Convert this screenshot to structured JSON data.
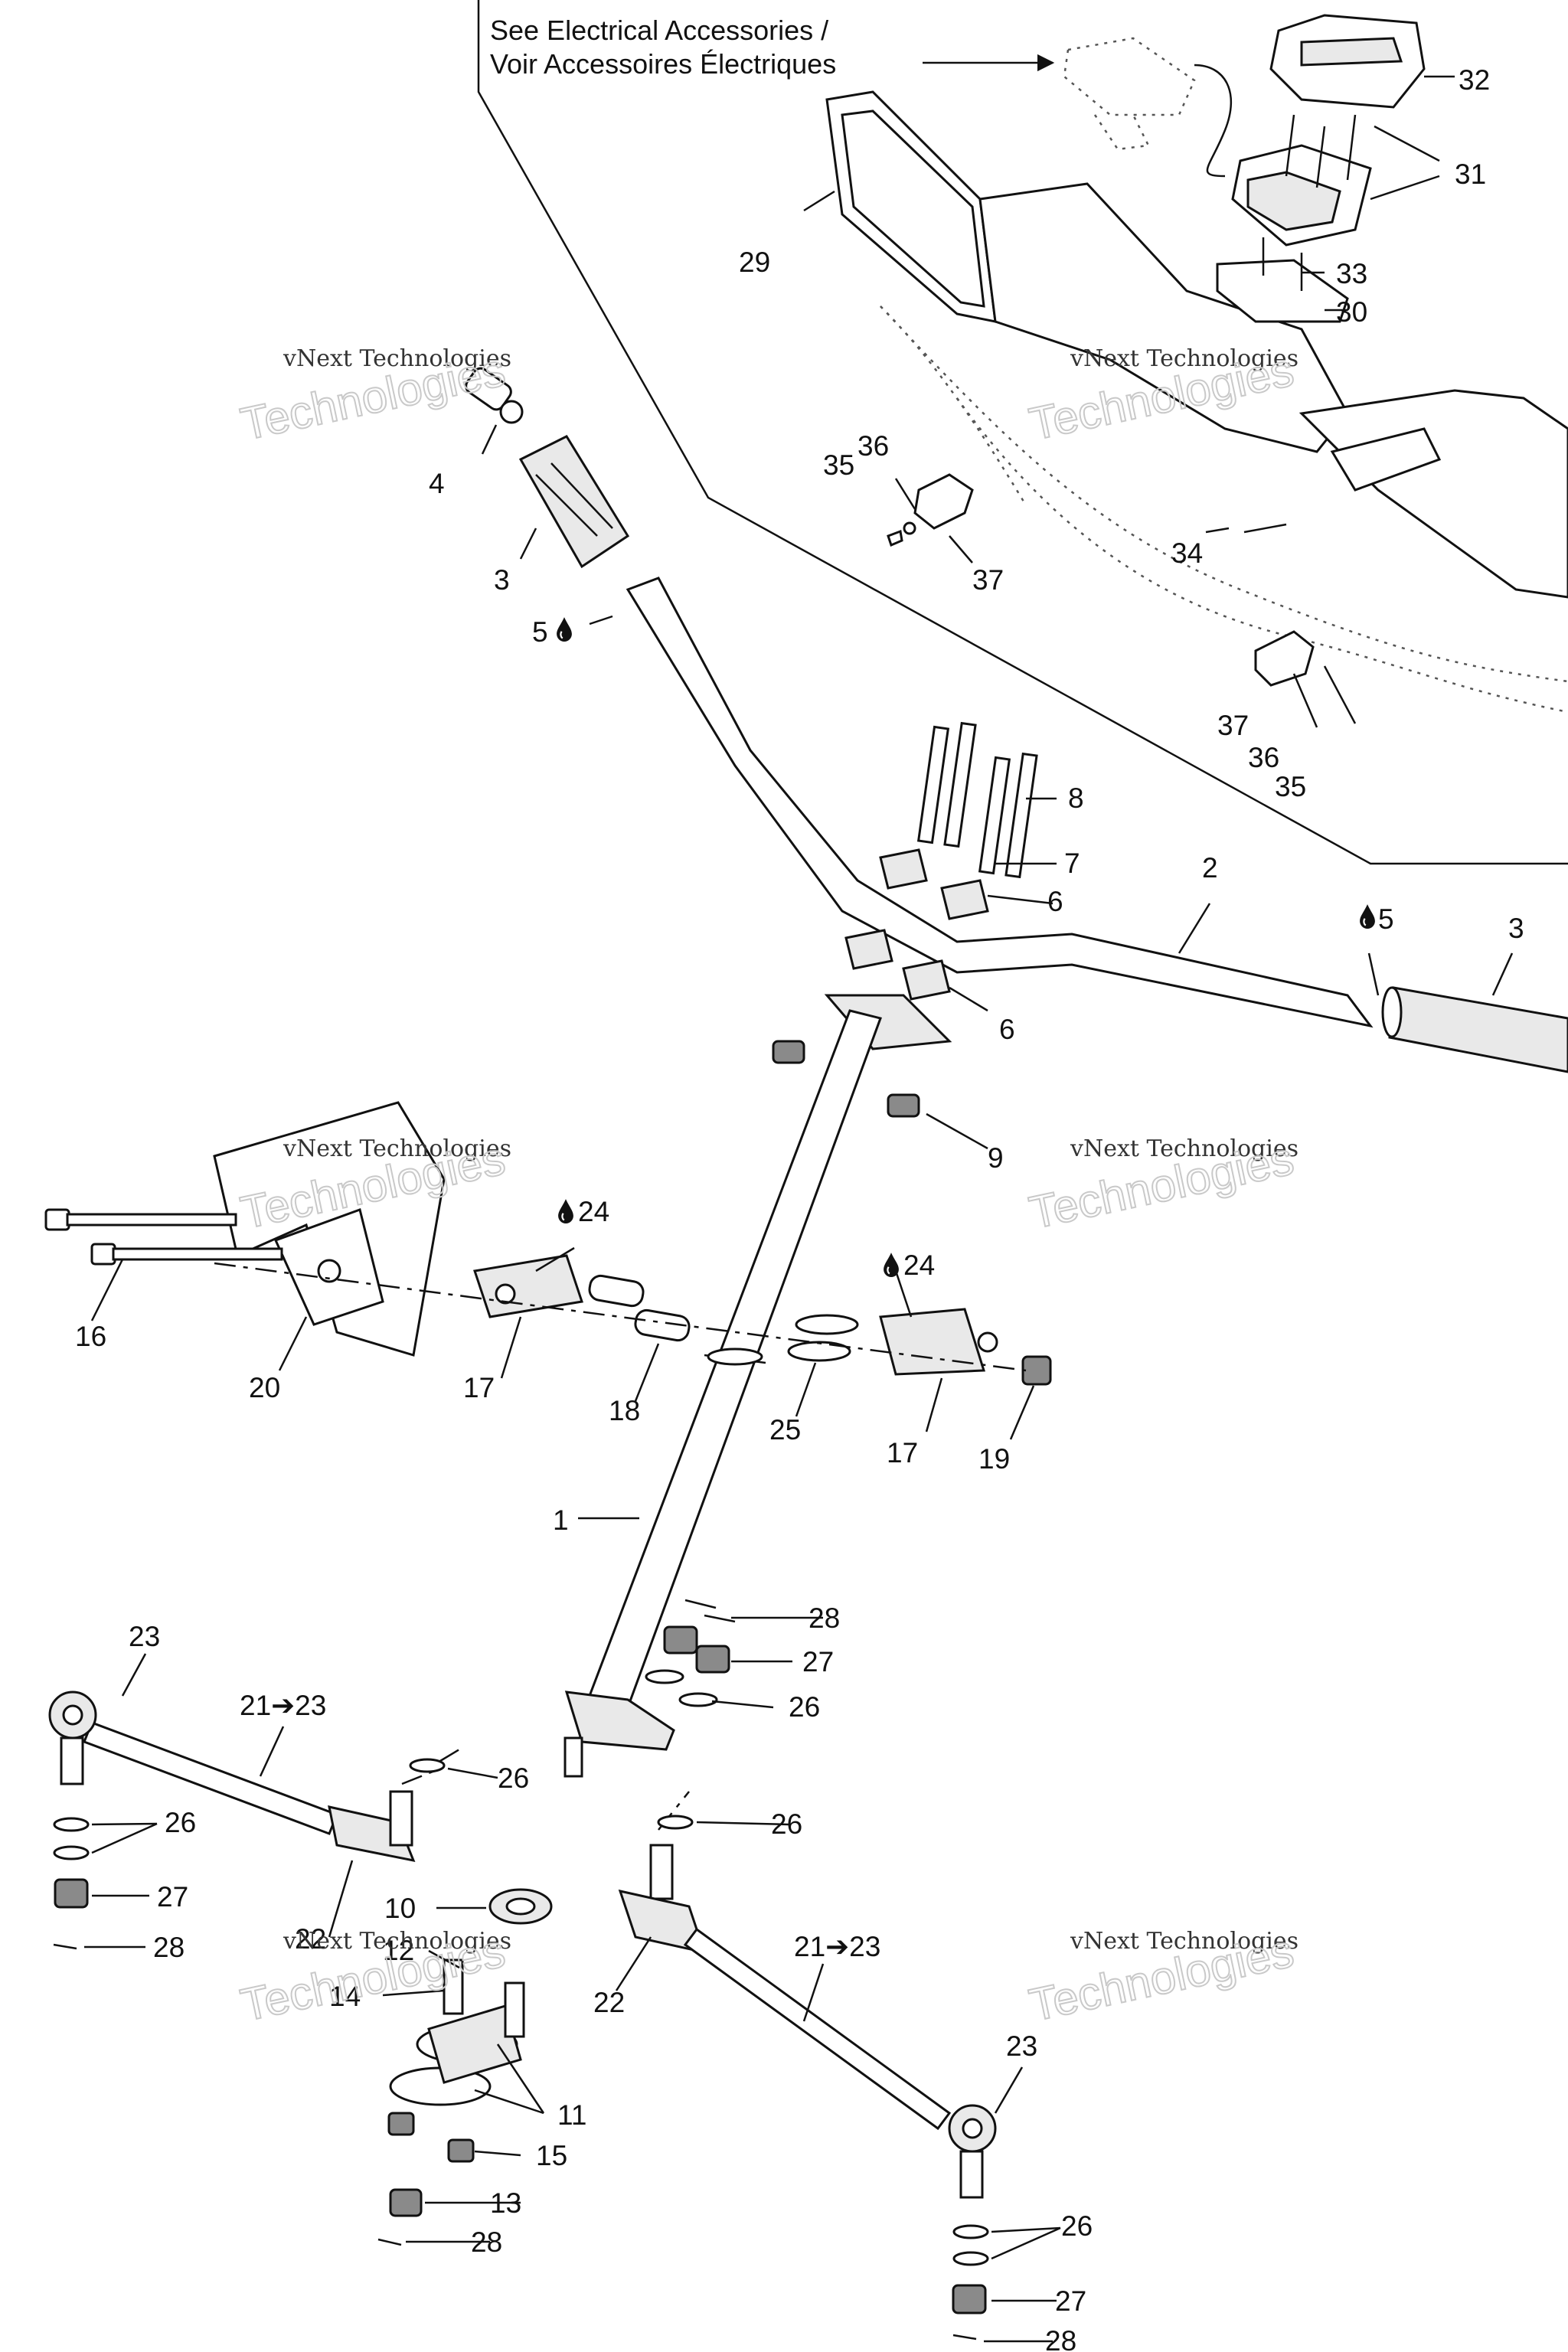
{
  "note": {
    "line1": "See Electrical Accessories  /",
    "line2": "Voir Accessoires Électriques"
  },
  "watermark": {
    "line1": "vNext Technologies",
    "line2": "Technologies"
  },
  "callouts": {
    "c1": "1",
    "c2": "2",
    "c3a": "3",
    "c3b": "3",
    "c4": "4",
    "c5a": "5",
    "c5b": "5",
    "c6a": "6",
    "c6b": "6",
    "c7": "7",
    "c8": "8",
    "c9": "9",
    "c10": "10",
    "c11": "11",
    "c12": "12",
    "c13": "13",
    "c14": "14",
    "c15": "15",
    "c16": "16",
    "c17a": "17",
    "c17b": "17",
    "c18": "18",
    "c19": "19",
    "c20": "20",
    "c21a": "21➔23",
    "c21b": "21➔23",
    "c22a": "22",
    "c22b": "22",
    "c23a": "23",
    "c23b": "23",
    "c24a": "24",
    "c24b": "24",
    "c25": "25",
    "c26a": "26",
    "c26b": "26",
    "c26c": "26",
    "c26d": "26",
    "c26e": "26",
    "c27a": "27",
    "c27b": "27",
    "c27c": "27",
    "c28a": "28",
    "c28b": "28",
    "c28c": "28",
    "c28d": "28",
    "c29": "29",
    "c30": "30",
    "c31": "31",
    "c32": "32",
    "c33": "33",
    "c34": "34",
    "c35a": "35",
    "c35b": "35",
    "c36a": "36",
    "c36b": "36",
    "c37a": "37",
    "c37b": "37"
  },
  "icons": {
    "lubricant": "oil-drop-icon"
  }
}
